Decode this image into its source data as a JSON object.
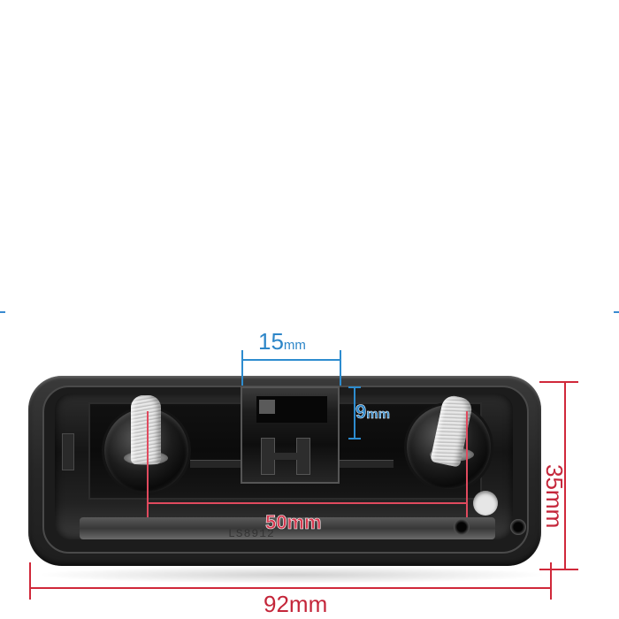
{
  "image": {
    "subject": "license plate light / boot handle switch housing",
    "background_color": "#ffffff",
    "product_color": "#1e1e1e"
  },
  "dimensions": {
    "overall_width": {
      "value": "92",
      "unit": "mm",
      "color": "#c4263a"
    },
    "overall_height": {
      "value": "35",
      "unit": "mm",
      "color": "#c4263a"
    },
    "stud_spacing": {
      "value": "50",
      "unit": "mm",
      "color": "#d63a50"
    },
    "connector_width": {
      "value": "15",
      "unit": "mm",
      "color": "#2d86c8"
    },
    "connector_depth": {
      "value": "9",
      "unit": "mm",
      "color": "#2d86c8"
    }
  },
  "markings": {
    "part_stamp": "LS8912"
  }
}
